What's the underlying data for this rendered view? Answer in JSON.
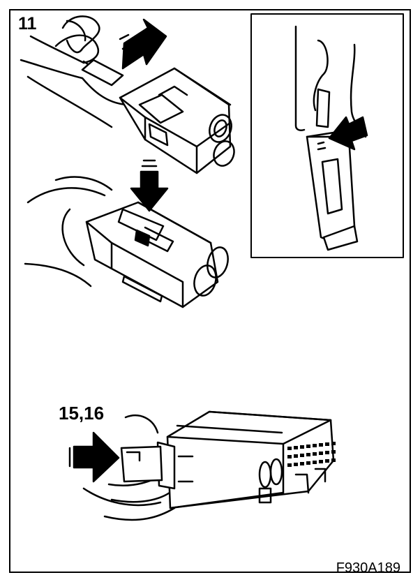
{
  "labels": {
    "step_a": "11",
    "step_b": "15,16",
    "figure_code": "F930A189"
  },
  "icons": [
    "hand-icon",
    "arrow-icon",
    "connector-icon",
    "terminal-icon",
    "wire-icon"
  ],
  "colors": {
    "line": "#000000",
    "background": "#ffffff"
  }
}
